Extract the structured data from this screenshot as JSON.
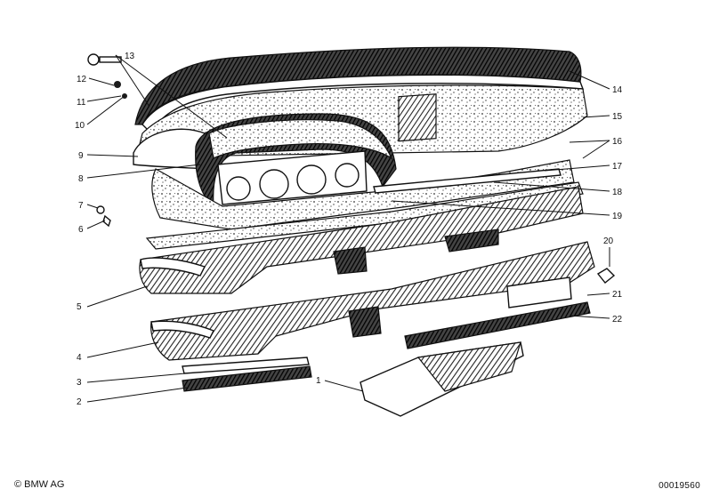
{
  "callouts": [
    {
      "id": "1",
      "label": "1"
    },
    {
      "id": "2",
      "label": "2"
    },
    {
      "id": "3",
      "label": "3"
    },
    {
      "id": "4",
      "label": "4"
    },
    {
      "id": "5",
      "label": "5"
    },
    {
      "id": "6",
      "label": "6"
    },
    {
      "id": "7",
      "label": "7"
    },
    {
      "id": "8",
      "label": "8"
    },
    {
      "id": "9",
      "label": "9"
    },
    {
      "id": "10",
      "label": "10"
    },
    {
      "id": "11",
      "label": "11"
    },
    {
      "id": "12",
      "label": "12"
    },
    {
      "id": "13",
      "label": "13"
    },
    {
      "id": "14",
      "label": "14"
    },
    {
      "id": "15",
      "label": "15"
    },
    {
      "id": "16",
      "label": "16"
    },
    {
      "id": "17",
      "label": "17"
    },
    {
      "id": "18",
      "label": "18"
    },
    {
      "id": "19",
      "label": "19"
    },
    {
      "id": "20",
      "label": "20"
    },
    {
      "id": "21",
      "label": "21"
    },
    {
      "id": "22",
      "label": "22"
    }
  ],
  "footer": {
    "copyright": "© BMW AG",
    "diagram_number": "00019560"
  }
}
